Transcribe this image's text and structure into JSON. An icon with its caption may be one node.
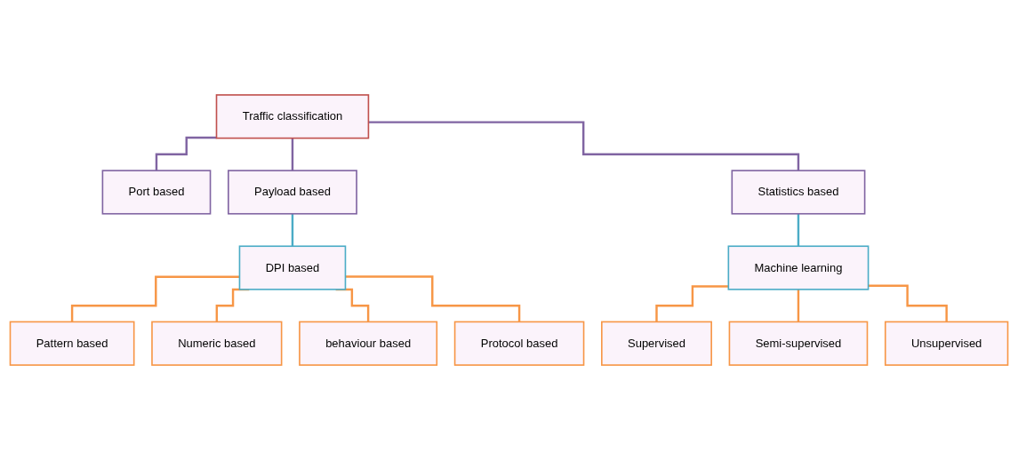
{
  "diagram": {
    "nodes": [
      {
        "text": [
          "Traffic classification"
        ]
      },
      {
        "text": [
          "Port based"
        ]
      },
      {
        "text": [
          "Payload based"
        ]
      },
      {
        "text": [
          "Statistics based"
        ]
      },
      {
        "text": [
          "DPI based"
        ]
      },
      {
        "text": [
          "Machine learning"
        ]
      },
      {
        "text": [
          "Pattern based"
        ]
      },
      {
        "text": [
          "Numeric based"
        ]
      },
      {
        "text": [
          "behaviour based"
        ]
      },
      {
        "text": [
          "Protocol based"
        ]
      },
      {
        "text": [
          "Supervised"
        ]
      },
      {
        "text": [
          "Semi-supervised"
        ]
      },
      {
        "text": [
          "Unsupervised"
        ]
      }
    ],
    "edges": [
      {
        "from": 0,
        "to": 1,
        "arrow": "none",
        "color": "#8064a2"
      },
      {
        "from": 0,
        "to": 2,
        "arrow": "none",
        "color": "#8064a2"
      },
      {
        "from": 0,
        "to": 3,
        "arrow": "none",
        "color": "#8064a2"
      },
      {
        "from": 2,
        "to": 4,
        "arrow": "none",
        "color": "#4bacc6"
      },
      {
        "from": 3,
        "to": 5,
        "arrow": "none",
        "color": "#4bacc6"
      },
      {
        "from": 4,
        "to": 6,
        "arrow": "none"
      },
      {
        "from": 4,
        "to": 7,
        "arrow": "none"
      },
      {
        "from": 4,
        "to": 8,
        "arrow": "none"
      },
      {
        "from": 4,
        "to": 9,
        "arrow": "none"
      },
      {
        "from": 5,
        "to": 10,
        "arrow": "none"
      },
      {
        "from": 5,
        "to": 11,
        "arrow": "none"
      },
      {
        "from": 5,
        "to": 12,
        "arrow": "none"
      }
    ]
  }
}
